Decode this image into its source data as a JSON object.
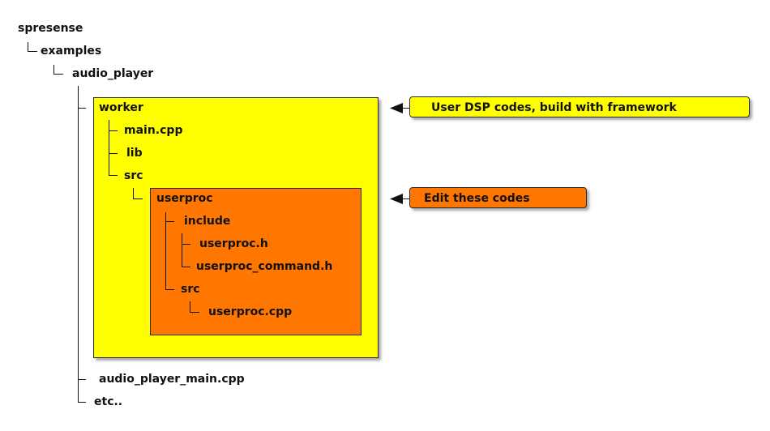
{
  "tree": {
    "root": "spresense",
    "examples": "examples",
    "audio_player": "audio_player",
    "worker": "worker",
    "main_cpp": "main.cpp",
    "lib": "lib",
    "src": "src",
    "userproc": "userproc",
    "include": "include",
    "userproc_h": "userproc.h",
    "userproc_command_h": "userproc_command.h",
    "userproc_src": "src",
    "userproc_cpp": "userproc.cpp",
    "audio_player_main_cpp": "audio_player_main.cpp",
    "etc": "etc.."
  },
  "notes": {
    "worker_note": "User DSP codes, build with framework",
    "userproc_note": "Edit these codes"
  },
  "colors": {
    "worker_box": "#ffff00",
    "userproc_box": "#ff7700",
    "line": "#111111"
  }
}
